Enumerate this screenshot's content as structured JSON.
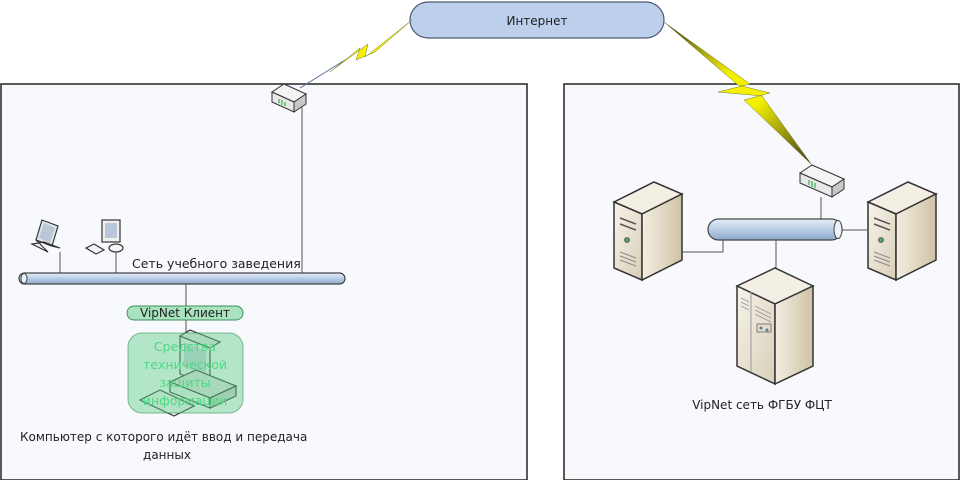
{
  "cloud": {
    "label": "Интернет"
  },
  "left_zone": {
    "network_label": "Сеть учебного заведения",
    "client_label": "VipNet Клиент",
    "protection_label_lines": [
      "Средства",
      "технической",
      "защиты",
      "информации"
    ],
    "computer_caption_lines": [
      "Компьютер с которого идёт ввод и передача",
      "данных"
    ]
  },
  "right_zone": {
    "network_label": "VipNet сеть ФГБУ ФЦТ"
  },
  "colors": {
    "zone_fill": "#f8f9fd",
    "cloud_fill": "#bcd0ec",
    "bus_fill": "#c5d5ea",
    "lightning": "#f5f000",
    "client_green": "#5fcf8a",
    "server_beige": "#ede6d6"
  }
}
